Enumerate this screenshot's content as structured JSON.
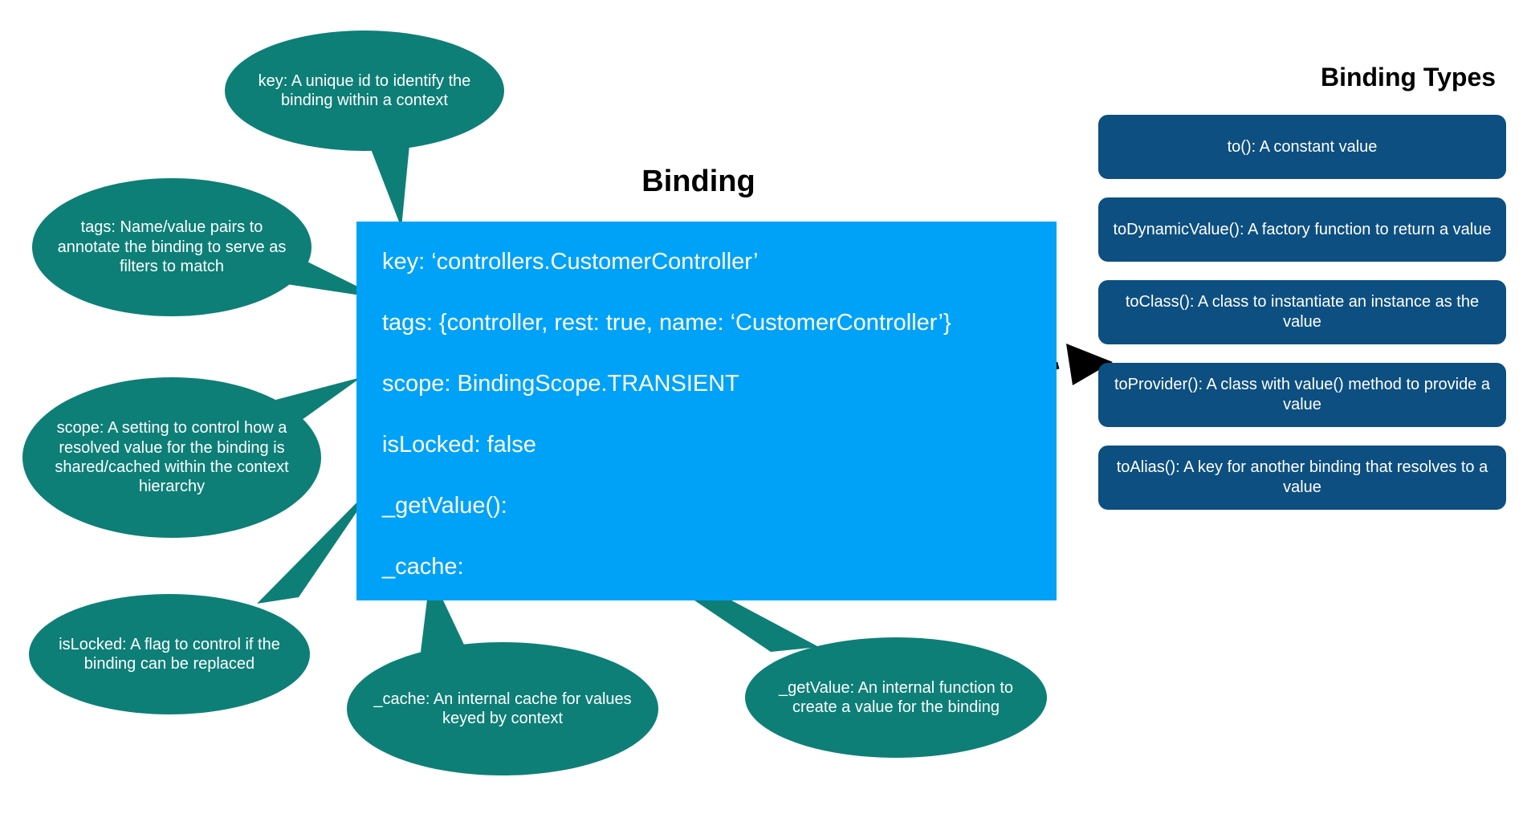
{
  "diagram": {
    "binding": {
      "title": "Binding",
      "fields": [
        "key: ‘controllers.CustomerController’",
        "tags: {controller, rest: true, name: ‘CustomerController’}",
        "scope: BindingScope.TRANSIENT",
        "isLocked: false",
        "_getValue():",
        "_cache:"
      ]
    },
    "callouts": [
      {
        "id": "key",
        "text": "key: A unique id to identify the binding within a context"
      },
      {
        "id": "tags",
        "text": "tags: Name/value pairs to annotate the binding to serve as filters to match"
      },
      {
        "id": "scope",
        "text": "scope: A setting to control how a resolved value for the binding is shared/cached within the context hierarchy"
      },
      {
        "id": "isLocked",
        "text": "isLocked: A flag to control if the binding can be replaced"
      },
      {
        "id": "cache",
        "text": "_cache: An internal cache for values keyed by context"
      },
      {
        "id": "getValue",
        "text": "_getValue: An internal function to create a value for the binding"
      }
    ],
    "binding_types": {
      "title": "Binding Types",
      "items": [
        "to(): A constant value",
        "toDynamicValue(): A factory function to return a value",
        "toClass(): A class to instantiate an instance as the value",
        "toProvider(): A class with value() method to provide a value",
        "toAlias(): A key for another binding that resolves to a value"
      ]
    },
    "colors": {
      "bubble_teal": "#0d7f77",
      "binding_blue": "#00a2f7",
      "card_navy": "#0d4f80",
      "text_white": "#ffffff",
      "text_black": "#000000",
      "arrow_black": "#000000",
      "background": "#ffffff"
    }
  }
}
